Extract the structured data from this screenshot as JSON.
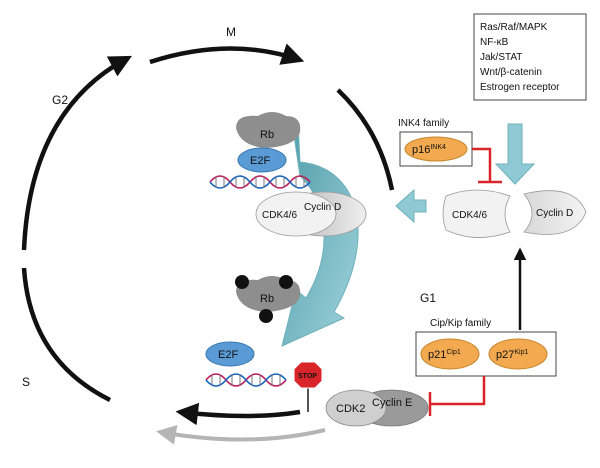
{
  "phases": {
    "m": "M",
    "g2": "G2",
    "s": "S",
    "g1": "G1"
  },
  "signals": {
    "items": [
      "Ras/Raf/MAPK",
      "NF-κB",
      "Jak/STAT",
      "Wnt/β-catenin",
      "Estrogen receptor"
    ]
  },
  "ink4": {
    "family_label": "INK4 family",
    "p16_main": "p16",
    "p16_sup": "INK4"
  },
  "cip_kip": {
    "family_label": "Cip/Kip family",
    "p21_main": "p21",
    "p21_sup": "Cip1",
    "p27_main": "p27",
    "p27_sup": "Kip1"
  },
  "complexes": {
    "rb": "Rb",
    "e2f": "E2F",
    "cdk46": "CDK4/6",
    "cyclin_d": "Cyclin D",
    "cdk2": "CDK2",
    "cyclin_e": "Cyclin E",
    "phospho": "P",
    "stop": "STOP"
  },
  "colors": {
    "cycle_arrow": "#111111",
    "big_arrow": "#7dbfc9",
    "e2f": "#5b9bd5",
    "rb": "#8e8e8e",
    "inhibitor": "#f2a950",
    "inhibit_line": "#d9252a",
    "stop_sign": "#d9252a"
  },
  "icons": {
    "dna": "dna-helix-icon",
    "stop": "stop-sign-icon"
  }
}
